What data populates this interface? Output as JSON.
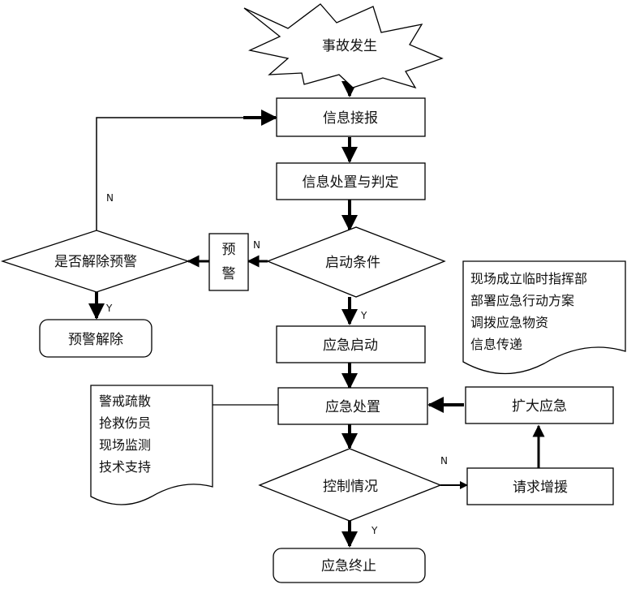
{
  "diagram": {
    "nodes": {
      "accident": "事故发生",
      "report": "信息接报",
      "judge": "信息处置与判定",
      "start_condition": "启动条件",
      "warning": [
        "预",
        "警"
      ],
      "lift_question": "是否解除预警",
      "lifted": "预警解除",
      "emergency_start": "应急启动",
      "emergency_handle": "应急处置",
      "expand": "扩大应急",
      "control": "控制情况",
      "request": "请求增援",
      "end": "应急终止"
    },
    "notes": {
      "right": [
        "现场成立临时指挥部",
        "部署应急行动方案",
        "调拨应急物资",
        "信息传递"
      ],
      "left": [
        "警戒疏散",
        "抢救伤员",
        "现场监测",
        "技术支持"
      ]
    },
    "labels": {
      "yes": "Y",
      "no": "N"
    }
  }
}
